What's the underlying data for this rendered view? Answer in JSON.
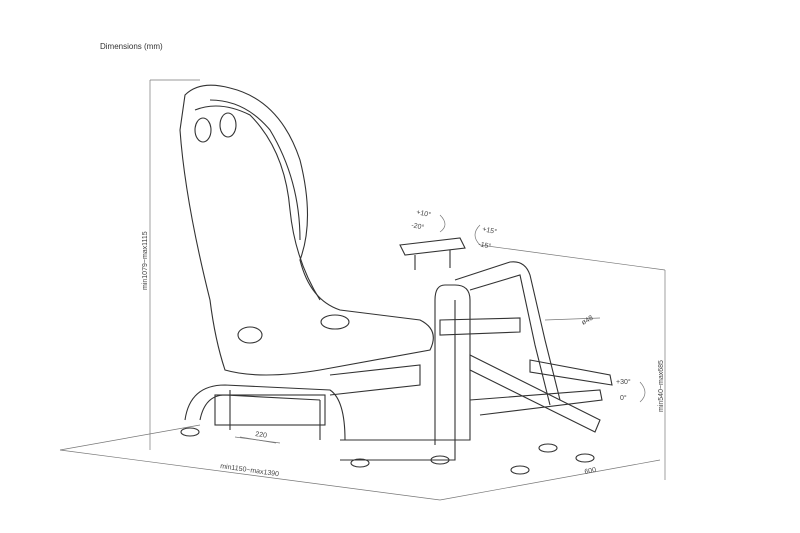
{
  "title": "Dimensions (mm)",
  "labels": {
    "wheel_tilt_up": "+10°",
    "wheel_tilt_down": "-20°",
    "plate_rot_pos": "+15°",
    "plate_rot_neg": "-15°",
    "tube_diameter": "ø48",
    "pedal_angle_max": "+30°",
    "pedal_angle_min": "0°",
    "height_range": "min1079~max1115",
    "pedal_height_range": "min540~max685",
    "seat_slide": "220",
    "length_range": "min1150~max1390",
    "width": "600"
  }
}
